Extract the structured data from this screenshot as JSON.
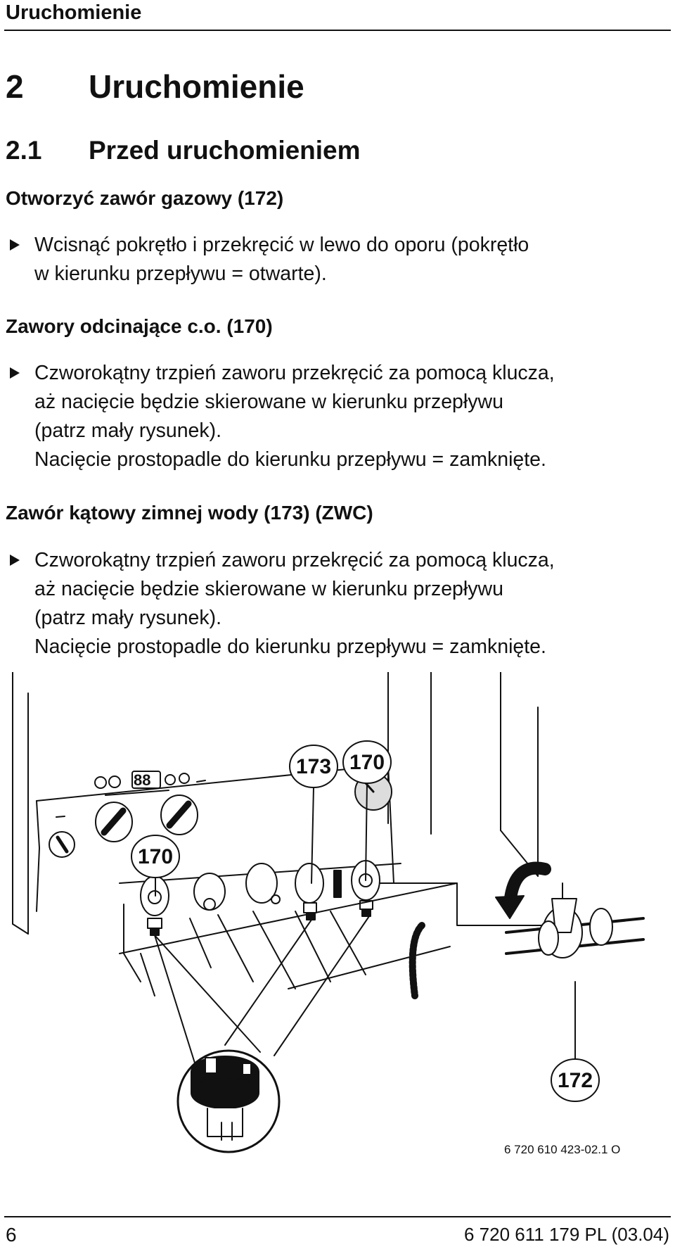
{
  "header": {
    "running_title": "Uruchomienie"
  },
  "chapter": {
    "number": "2",
    "title": "Uruchomienie"
  },
  "section": {
    "number": "2.1",
    "title": "Przed uruchomieniem"
  },
  "blocks": [
    {
      "heading": "Otworzyć zawór gazowy (172)",
      "bullet_lines": [
        "Wcisnąć pokrętło i przekręcić w lewo do oporu (pokrętło",
        "w kierunku przepływu = otwarte)."
      ]
    },
    {
      "heading": "Zawory odcinające c.o. (170)",
      "bullet_lines": [
        "Czworokątny trzpień zaworu przekręcić za pomocą klucza,",
        "aż nacięcie będzie skierowane w kierunku przepływu",
        "(patrz mały rysunek).",
        "Nacięcie prostopadle do kierunku przepływu = zamknięte."
      ]
    },
    {
      "heading": "Zawór kątowy zimnej wody (173) (ZWC)",
      "bullet_lines": [
        "Czworokątny trzpień zaworu przekręcić za pomocą klucza,",
        "aż nacięcie będzie skierowane w kierunku przepływu",
        "(patrz mały rysunek).",
        "Nacięcie prostopadle do kierunku przepływu = zamknięte."
      ]
    }
  ],
  "figure": {
    "callouts": {
      "left_170": "170",
      "mid_173": "173",
      "right_170": "170",
      "gas_172": "172"
    },
    "display_digits": "88",
    "code": "6 720 610 423-02.1 O"
  },
  "footer": {
    "page_number": "6",
    "doc_id": "6 720 611 179 PL (03.04)"
  }
}
